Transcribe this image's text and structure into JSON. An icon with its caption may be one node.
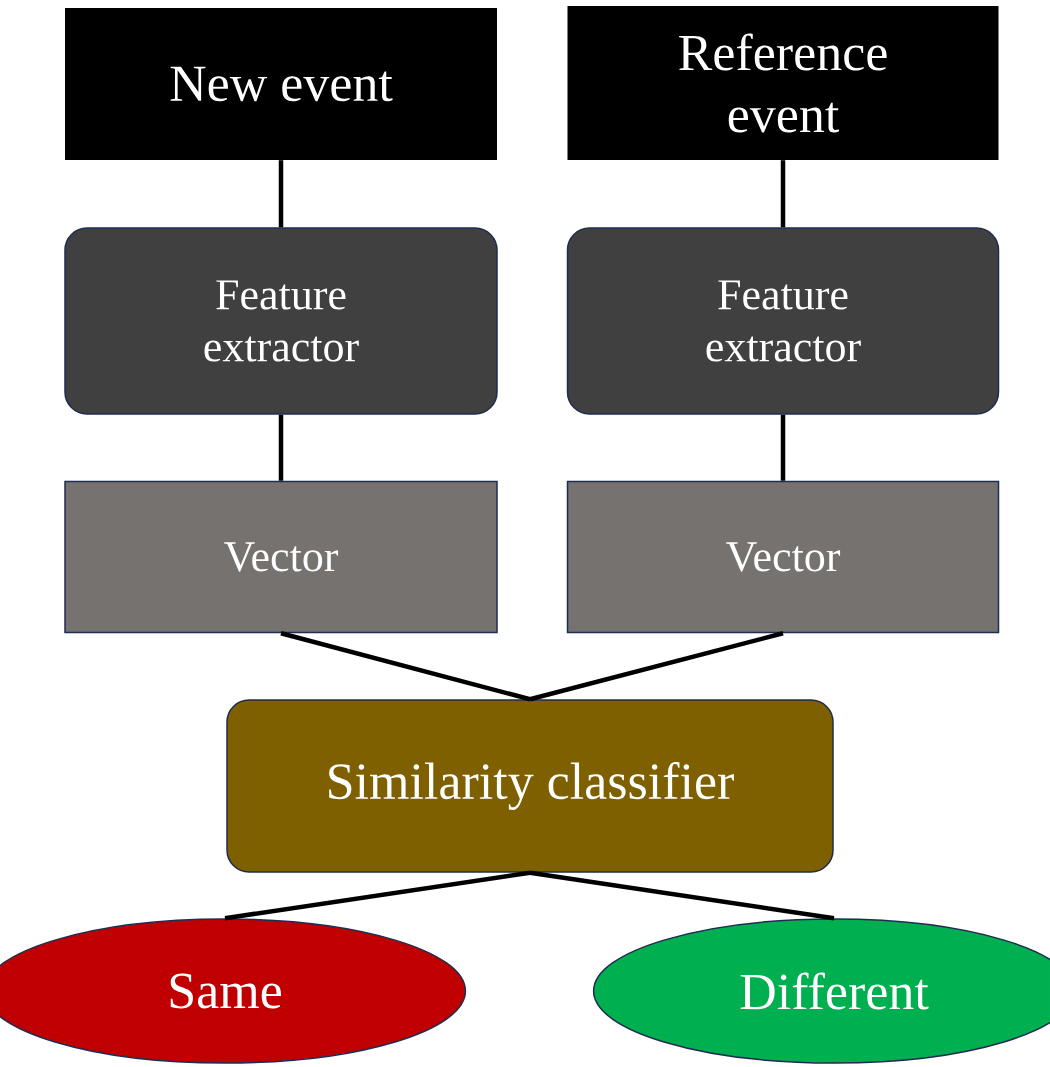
{
  "diagram": {
    "nodes": [
      {
        "text": [
          "New event"
        ]
      },
      {
        "text": [
          "Reference event"
        ]
      },
      {
        "text": [
          "Feature extractor"
        ]
      },
      {
        "text": [
          "Feature extractor"
        ]
      },
      {
        "text": [
          "Vector"
        ]
      },
      {
        "text": [
          "Vector"
        ]
      },
      {
        "text": [
          "Similarity classifier"
        ]
      },
      {
        "text": [
          "Same"
        ]
      },
      {
        "text": [
          "Different"
        ]
      }
    ],
    "edges": [
      {
        "from": 0,
        "to": 2,
        "arrow": "none"
      },
      {
        "from": 1,
        "to": 3,
        "arrow": "none"
      },
      {
        "from": 2,
        "to": 4,
        "arrow": "none"
      },
      {
        "from": 3,
        "to": 5,
        "arrow": "none"
      },
      {
        "from": 4,
        "to": 6,
        "arrow": "none"
      },
      {
        "from": 5,
        "to": 6,
        "arrow": "none"
      },
      {
        "from": 6,
        "to": 7,
        "arrow": "none"
      },
      {
        "from": 6,
        "to": 8,
        "arrow": "none"
      }
    ]
  }
}
